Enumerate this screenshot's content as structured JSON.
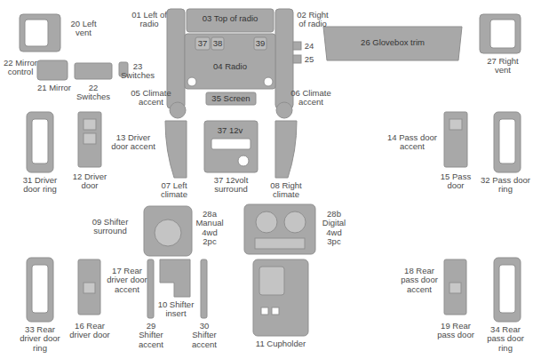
{
  "diagram": {
    "labels": [
      "01 Left of radio",
      "03 Top of radio",
      "02 Right of radio",
      "20 Left vent",
      "37",
      "38",
      "39",
      "24",
      "25",
      "26 Glovebox trim",
      "27 Right vent",
      "22 Mirror control",
      "21 Mirror",
      "22 Switches",
      "23 Switches",
      "04 Radio",
      "05 Climate accent",
      "06 Climate accent",
      "35 Screen",
      "13 Driver door accent",
      "14 Pass door accent",
      "37 12v",
      "31 Driver door ring",
      "12 Driver door",
      "07 Left climate",
      "37 12volt surround",
      "08 Right climate",
      "15 Pass door",
      "32 Pass door ring",
      "09 Shifter surround",
      "28a Manual 4wd 2pc",
      "28b Digital 4wd 3pc",
      "17 Rear driver door accent",
      "18 Rear pass door accent",
      "10 Shifter insert",
      "29 Shifter accent",
      "30 Shifter accent",
      "11 Cupholder",
      "33 Rear driver door ring",
      "16 Rear driver door",
      "19 Rear pass door",
      "34 Rear pass door ring"
    ]
  }
}
